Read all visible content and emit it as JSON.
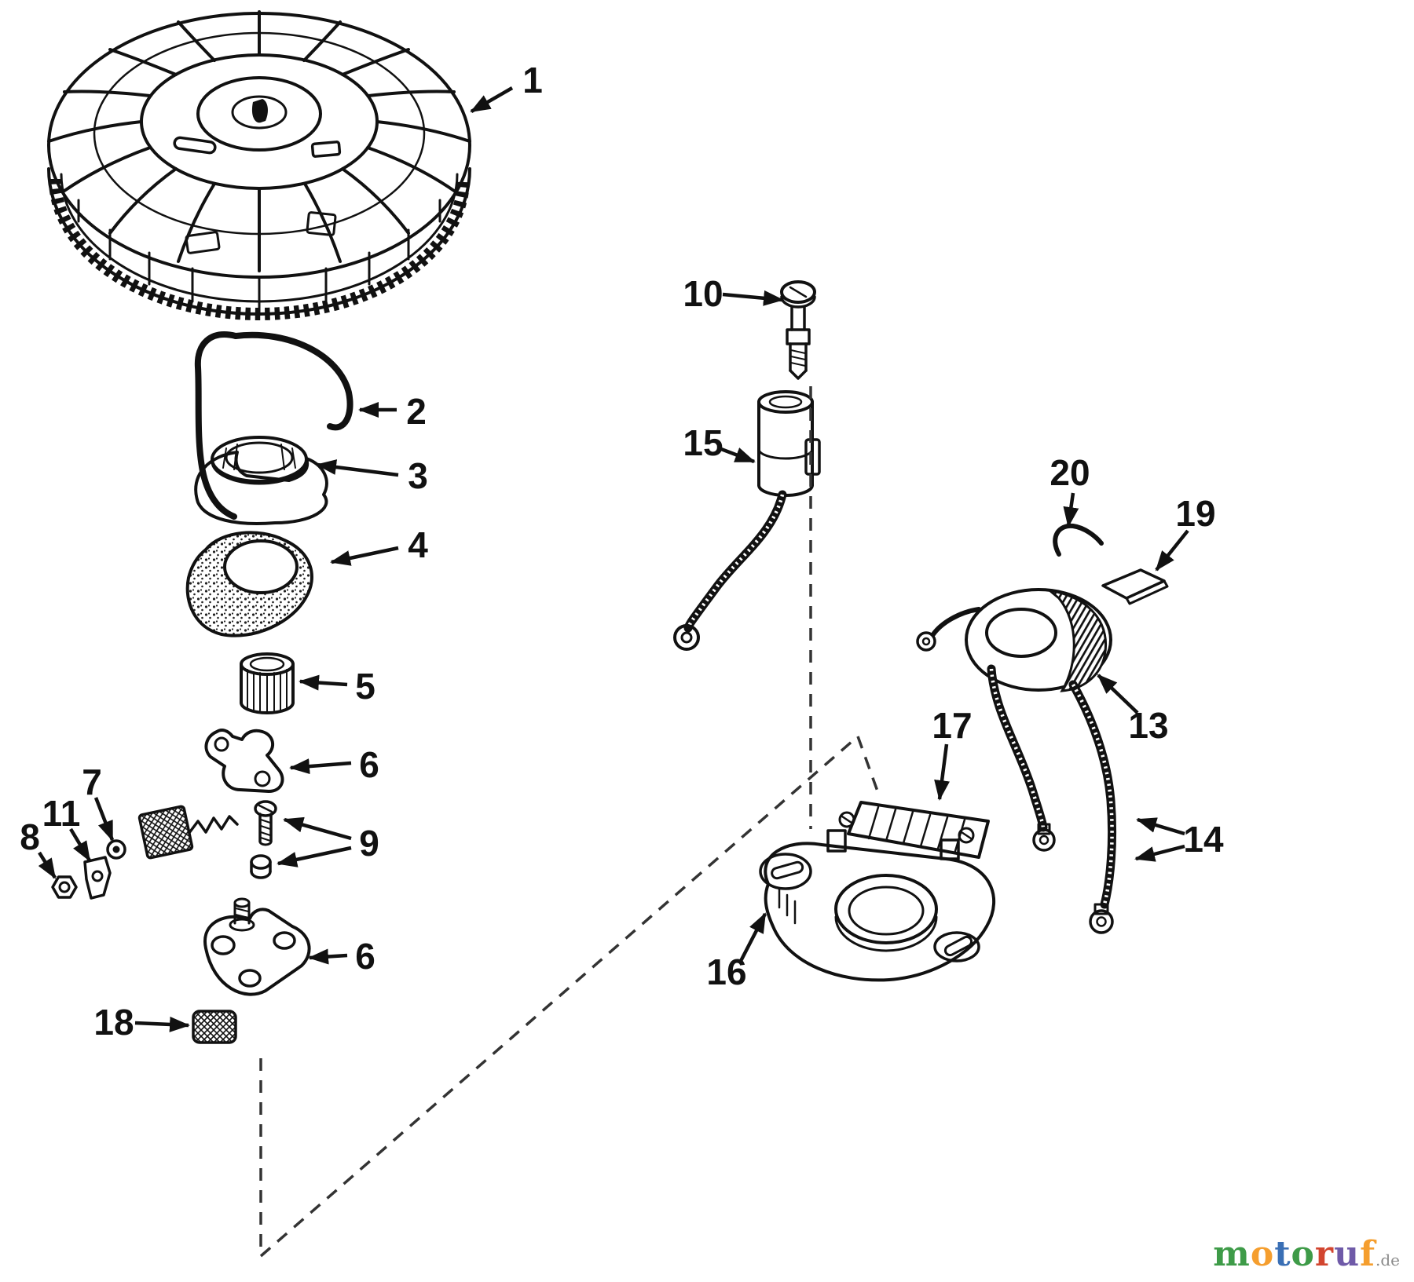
{
  "diagram": {
    "callouts": [
      "1",
      "2",
      "3",
      "4",
      "5",
      "6",
      "7",
      "11",
      "8",
      "9",
      "6",
      "18",
      "10",
      "15",
      "20",
      "19",
      "13",
      "14",
      "17",
      "16"
    ]
  },
  "colors": {
    "line": "#111111",
    "background": "#ffffff"
  },
  "watermark": {
    "word": "motoruf",
    "letters": [
      "m",
      "o",
      "t",
      "o",
      "r",
      "u",
      "f"
    ],
    "letter_colors": [
      "#3e9b48",
      "#f59e2e",
      "#3a6fb5",
      "#3e9b48",
      "#d2452f",
      "#6f5aa8",
      "#f59e2e"
    ],
    "suffix": ".de",
    "suffix_color": "#8b8b8b"
  }
}
